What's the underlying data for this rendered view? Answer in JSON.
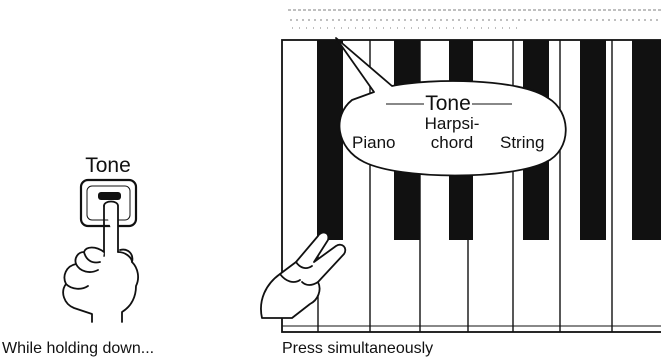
{
  "left_panel": {
    "tone_button_label": "Tone",
    "caption": "While holding down..."
  },
  "keyboard_panel": {
    "caption": "Press simultaneously",
    "callout": {
      "title": "Tone",
      "options": [
        "Piano",
        "Harpsi-\nchord",
        "String"
      ]
    }
  }
}
